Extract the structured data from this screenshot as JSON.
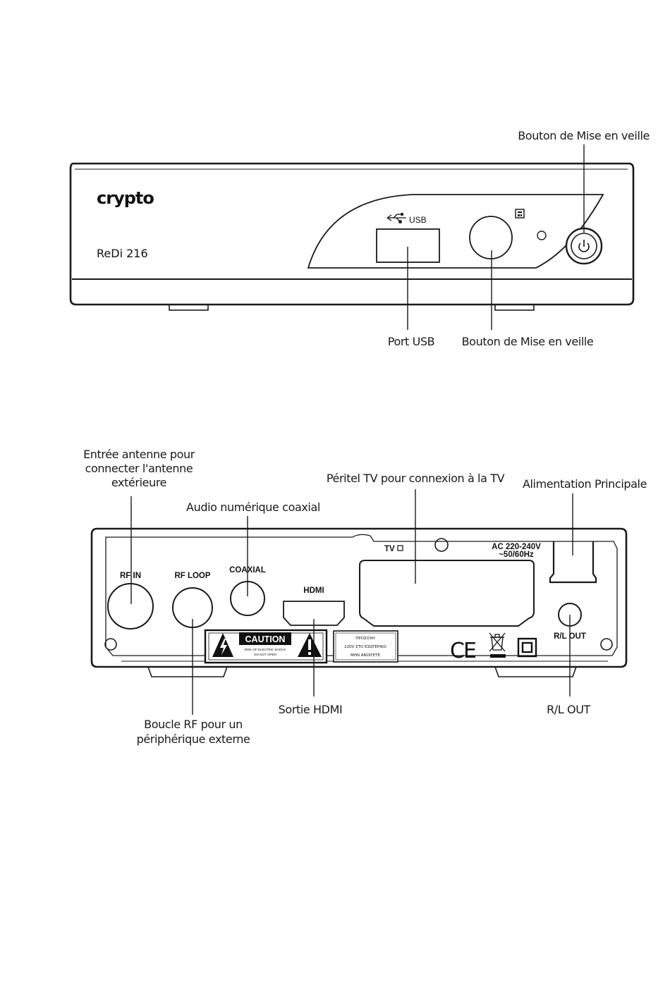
{
  "front": {
    "brand": "crypto",
    "model": "ReDi 216",
    "usb_label": "USB",
    "callouts": {
      "standby_top": "Bouton de Mise en veille",
      "usb_port": "Port USB",
      "standby_bottom": "Bouton de Mise en veille"
    }
  },
  "back": {
    "labels": {
      "rf_in": "RF IN",
      "rf_loop": "RF LOOP",
      "coaxial": "COAXIAL",
      "hdmi": "HDMI",
      "tv": "TV",
      "ac": "AC 220-240V",
      "hz": "~50/60Hz",
      "rl_out": "R/L OUT",
      "caution": "CAUTION",
      "caution_sub1": "RISK OF ELECTRIC SHOCK",
      "caution_sub2": "DO NOT OPEN",
      "greek1": "ΠΡΟΣΟΧΗ",
      "greek2": "220V ΣΤΟ ΕΣΩΤΕΡΙΚΟ",
      "greek3": "ΜΗΝ ΑΝΟΙΓΕΤΕ",
      "ce": "CE"
    },
    "callouts": {
      "antenna_line1": "Entrée antenne pour",
      "antenna_line2": "connecter l'antenne",
      "antenna_line3": "extérieure",
      "coax": "Audio numérique coaxial",
      "peritel": "Péritel TV pour connexion à la TV",
      "power": "Alimentation Principale",
      "hdmi_out": "Sortie HDMI",
      "rl_out": "R/L OUT",
      "rf_loop_line1": "Boucle RF pour un",
      "rf_loop_line2": "périphérique externe"
    }
  }
}
